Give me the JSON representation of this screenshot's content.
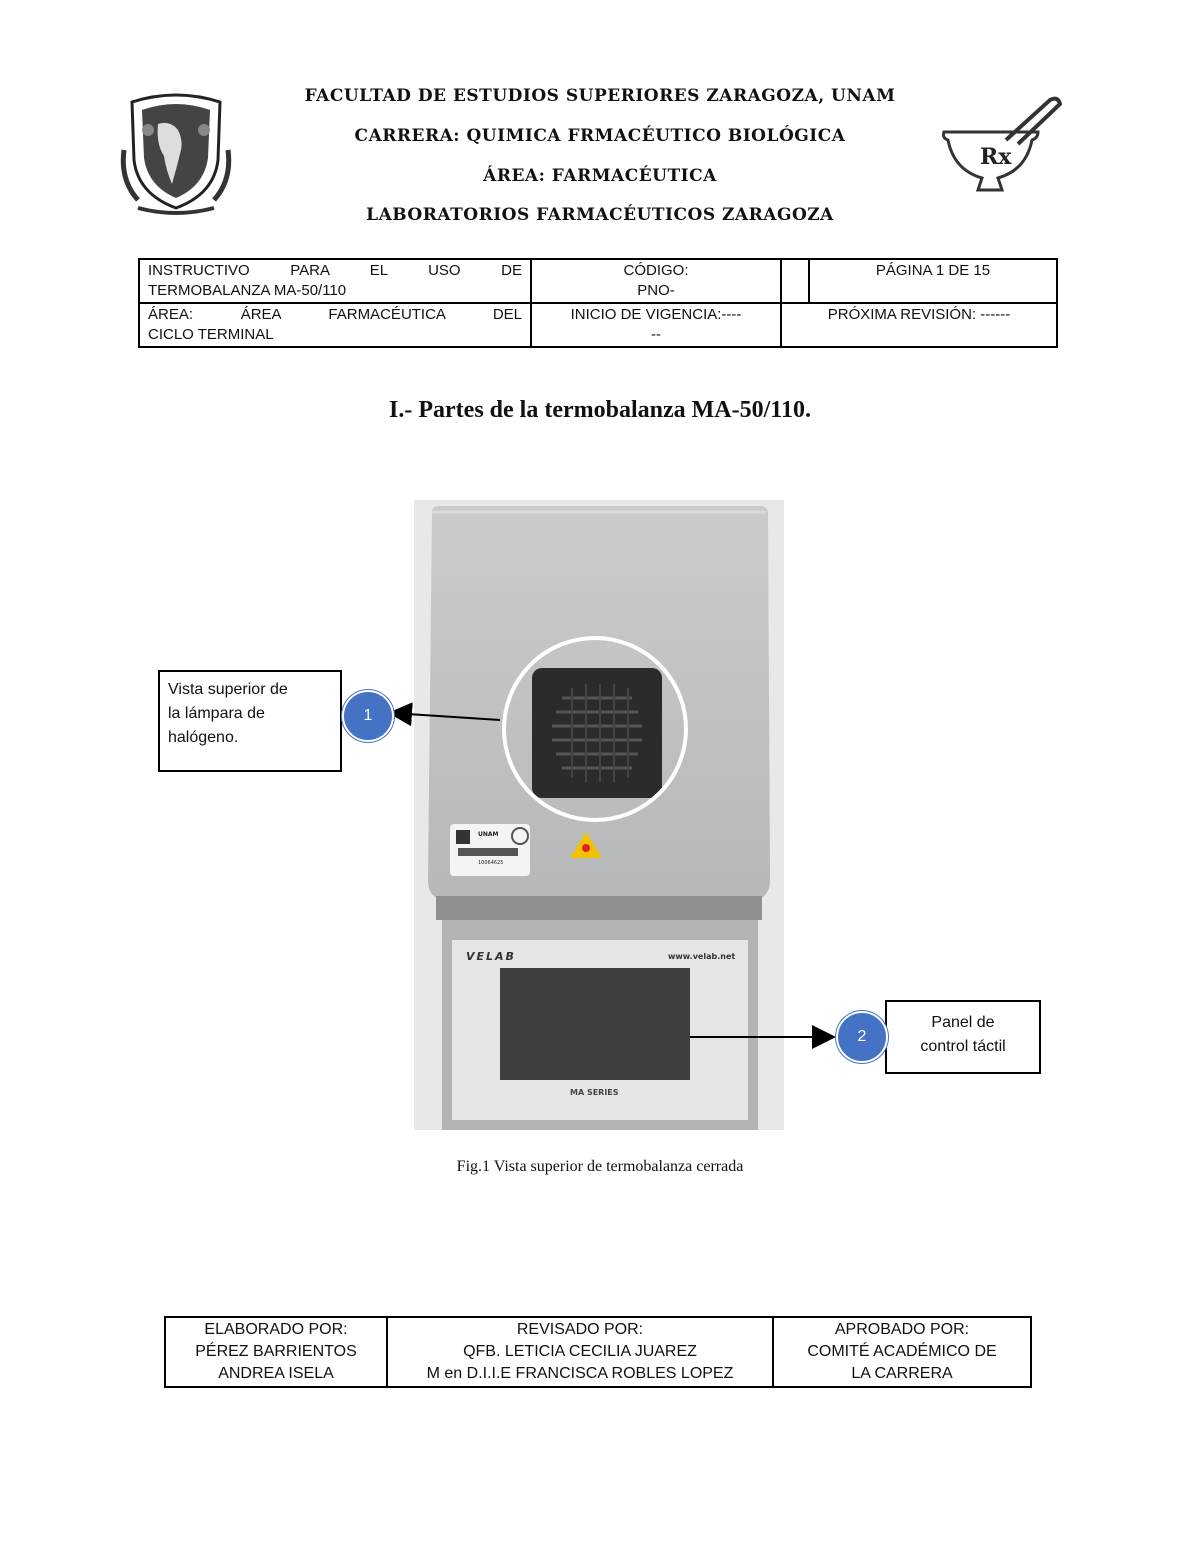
{
  "header": {
    "line1": "FACULTAD DE ESTUDIOS SUPERIORES ZARAGOZA, UNAM",
    "line2": "CARRERA: QUIMICA FRMACÉUTICO BIOLÓGICA",
    "line3": "ÁREA: FARMACÉUTICA",
    "line4": "LABORATORIOS FARMACÉUTICOS ZARAGOZA",
    "right_logo_text": "Rx"
  },
  "doc_table": {
    "instructivo_1": "INSTRUCTIVO PARA EL USO DE",
    "instructivo_2": "TERMOBALANZA MA-50/110",
    "codigo_1": "CÓDIGO:",
    "codigo_2": "PNO-",
    "pagina": "PÁGINA 1 DE 15",
    "area_1": "ÁREA: ÁREA FARMACÉUTICA DEL",
    "area_2": "CICLO TERMINAL",
    "inicio_1": "INICIO DE VIGENCIA:----",
    "inicio_2": "--",
    "proxima": "PRÓXIMA REVISIÓN: ------"
  },
  "section_title": "I.- Partes de la termobalanza MA-50/110.",
  "photo": {
    "brand": "VELAB",
    "website": "www.velab.net",
    "series": "MA SERIES",
    "sticker_label": "UNAM",
    "sticker_number": "10064625"
  },
  "callouts": [
    {
      "number": "1",
      "line1": "Vista superior de",
      "line2": "la lámpara de",
      "line3": "halógeno."
    },
    {
      "number": "2",
      "line1": "Panel de",
      "line2": "control táctil"
    }
  ],
  "caption": "Fig.1 Vista superior de termobalanza cerrada",
  "footer": {
    "elaborado_label": "ELABORADO POR:",
    "elaborado_1": "PÉREZ BARRIENTOS",
    "elaborado_2": "ANDREA ISELA",
    "revisado_label": "REVISADO POR:",
    "revisado_1": "QFB. LETICIA CECILIA JUAREZ",
    "revisado_2": "M en D.I.I.E FRANCISCA ROBLES LOPEZ",
    "aprobado_label": "APROBADO POR:",
    "aprobado_1": "COMITÉ ACADÉMICO DE",
    "aprobado_2": "LA CARRERA"
  }
}
